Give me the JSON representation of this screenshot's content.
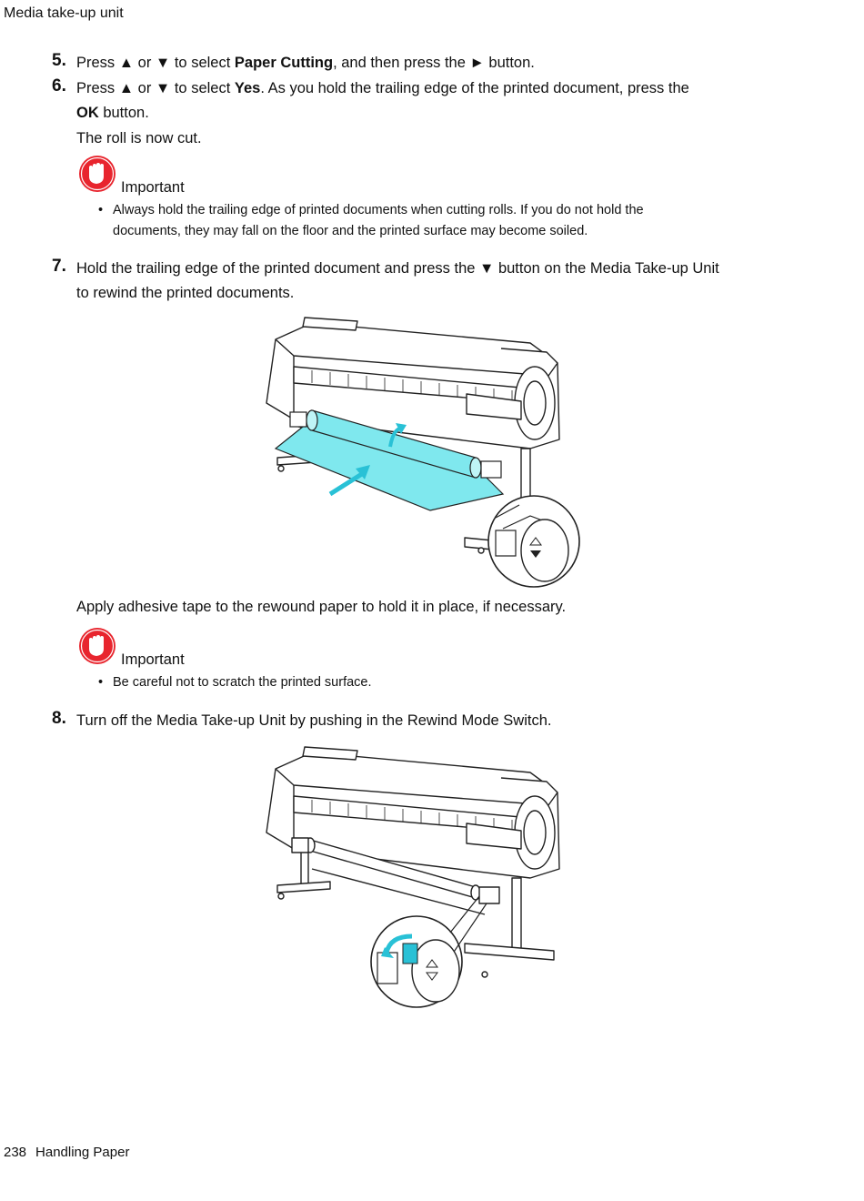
{
  "header": {
    "section": "Media take-up unit"
  },
  "steps": [
    {
      "number": "5.",
      "lines": [
        [
          "Press ▲ or ▼ to select ",
          "Paper Cutting",
          ", and then press the ► button."
        ]
      ]
    },
    {
      "number": "6.",
      "lines": [
        [
          "Press ▲ or ▼ to select ",
          "Yes",
          ".  As you hold the trailing edge of the printed document, press the"
        ],
        [
          "",
          "OK",
          " button."
        ]
      ],
      "note": "The roll is now cut."
    },
    {
      "number": "7.",
      "lines": [
        [
          "Hold the trailing edge of the printed document and press the ▼ button on the Media Take-up Unit"
        ],
        [
          "to rewind the printed documents."
        ]
      ],
      "note": "Apply adhesive tape to the rewound paper to hold it in place, if necessary."
    },
    {
      "number": "8.",
      "lines": [
        [
          "Turn off the Media Take-up Unit by pushing in the Rewind Mode Switch."
        ]
      ]
    }
  ],
  "important_1": {
    "title": "Important",
    "bullet": "•",
    "lines": [
      "Always hold the trailing edge of printed documents when cutting rolls.  If you do not hold the",
      "documents, they may fall on the floor and the printed surface may become soiled."
    ]
  },
  "important_2": {
    "title": "Important",
    "bullet": "•",
    "lines": [
      "Be careful not to scratch the printed surface."
    ]
  },
  "footer": {
    "page_number": "238",
    "chapter": "Handling Paper"
  },
  "colors": {
    "important_icon": "#e8252e",
    "paper_highlight": "#7fe8ee",
    "arrow": "#29c1d6"
  },
  "icons": {
    "important": "stop-hand-icon"
  }
}
